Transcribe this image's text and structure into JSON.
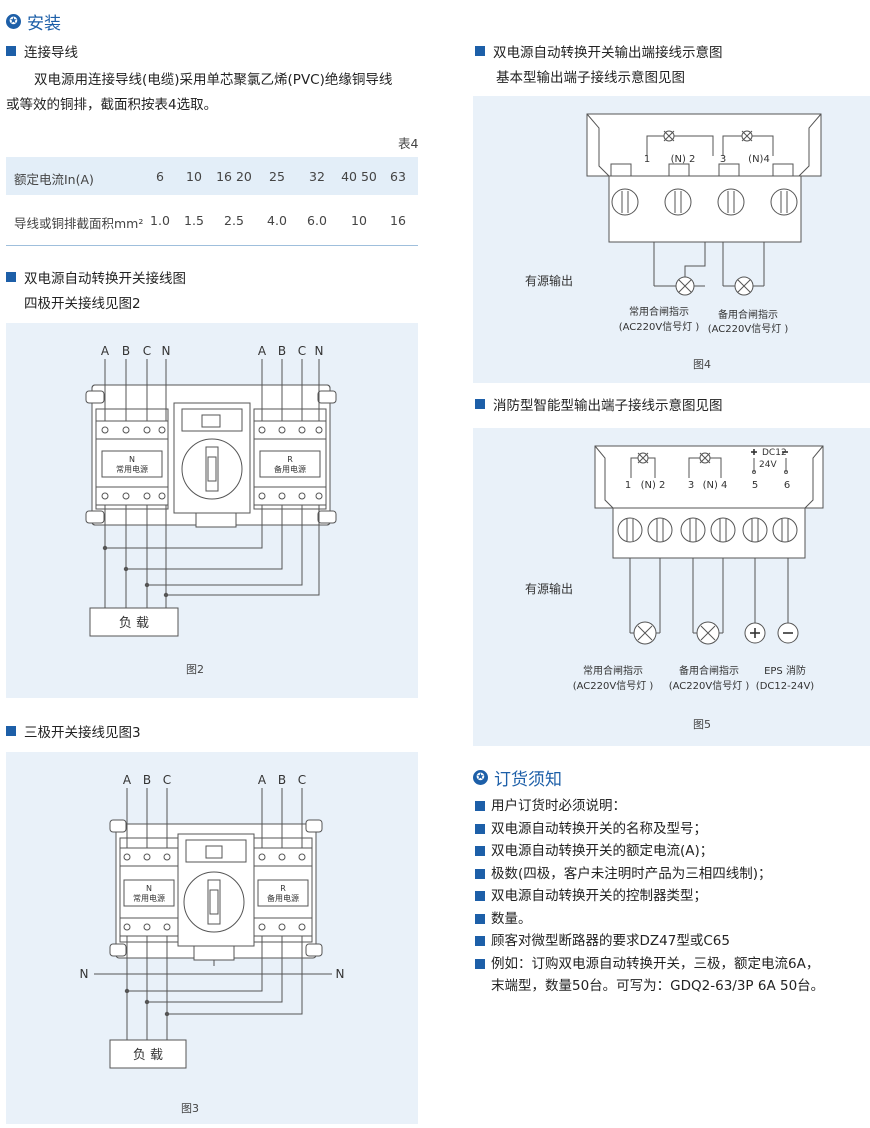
{
  "install": {
    "title": "安装",
    "wire_heading": "连接导线",
    "wire_para_line1": "双电源用连接导线(电缆)采用单芯聚氯乙烯(PVC)绝缘铜导线",
    "wire_para_line2": "或等效的铜排，截面积按表4选取。",
    "table_caption": "表4",
    "table": {
      "row1_label": "额定电流In(A)",
      "row1_values": [
        "6",
        "10",
        "16  20",
        "25",
        "32",
        "40  50",
        "63"
      ],
      "row2_label": "导线或铜排截面积mm²",
      "row2_values": [
        "1.0",
        "1.5",
        "2.5",
        "4.0",
        "6.0",
        "10",
        "16"
      ]
    },
    "wiring_heading": "双电源自动转换开关接线图",
    "four_pole_sub": "四极开关接线见图2",
    "three_pole_heading": "三极开关接线见图3"
  },
  "fig2": {
    "caption": "图2",
    "left_phases": [
      "A",
      "B",
      "C",
      "N"
    ],
    "right_phases": [
      "A",
      "B",
      "C",
      "N"
    ],
    "left_box_line1": "N",
    "left_box_line2": "常用电源",
    "right_box_line1": "R",
    "right_box_line2": "备用电源",
    "load_label": "负 载"
  },
  "fig3": {
    "caption": "图3",
    "left_phases": [
      "A",
      "B",
      "C"
    ],
    "right_phases": [
      "A",
      "B",
      "C"
    ],
    "left_box_line1": "N",
    "left_box_line2": "常用电源",
    "right_box_line1": "R",
    "right_box_line2": "备用电源",
    "n_left": "N",
    "n_right": "N",
    "load_label": "负 载"
  },
  "output": {
    "heading": "双电源自动转换开关输出端接线示意图",
    "basic_sub": "基本型输出端子接线示意图见图",
    "fire_heading": "消防型智能型输出端子接线示意图见图"
  },
  "fig4": {
    "caption": "图4",
    "terminal_labels": [
      "1",
      "(N) 2",
      "3",
      "(N)4"
    ],
    "source_label": "有源输出",
    "lamp1_line1": "常用合闸指示",
    "lamp1_line2": "(AC220V信号灯 )",
    "lamp2_line1": "备用合闸指示",
    "lamp2_line2": "(AC220V信号灯 )"
  },
  "fig5": {
    "caption": "图5",
    "terminal_labels": [
      "1",
      "(N) 2",
      "3",
      "(N) 4",
      "5",
      "6"
    ],
    "dc_top": "DC12",
    "dc_bottom": "24V",
    "source_label": "有源输出",
    "lamp1_line1": "常用合闸指示",
    "lamp1_line2": "(AC220V信号灯 )",
    "lamp2_line1": "备用合闸指示",
    "lamp2_line2": "(AC220V信号灯 )",
    "eps_line1": "EPS  消防",
    "eps_line2": "(DC12-24V)"
  },
  "order": {
    "title": "订货须知",
    "items": [
      "用户订货时必须说明：",
      "双电源自动转换开关的名称及型号；",
      "双电源自动转换开关的额定电流(A)；",
      "极数(四极，客户未注明时产品为三相四线制)；",
      "双电源自动转换开关的控制器类型；",
      "数量。",
      "顾客对微型断路器的要求DZ47型或C65"
    ],
    "example_line1": "例如：订购双电源自动转换开关，三极，额定电流6A，",
    "example_line2": "末端型，数量50台。可写为：GDQ2-63/3P 6A  50台。"
  },
  "colors": {
    "accent": "#1d5fa8",
    "panel_bg": "#e9f1f9",
    "line": "#555555"
  }
}
